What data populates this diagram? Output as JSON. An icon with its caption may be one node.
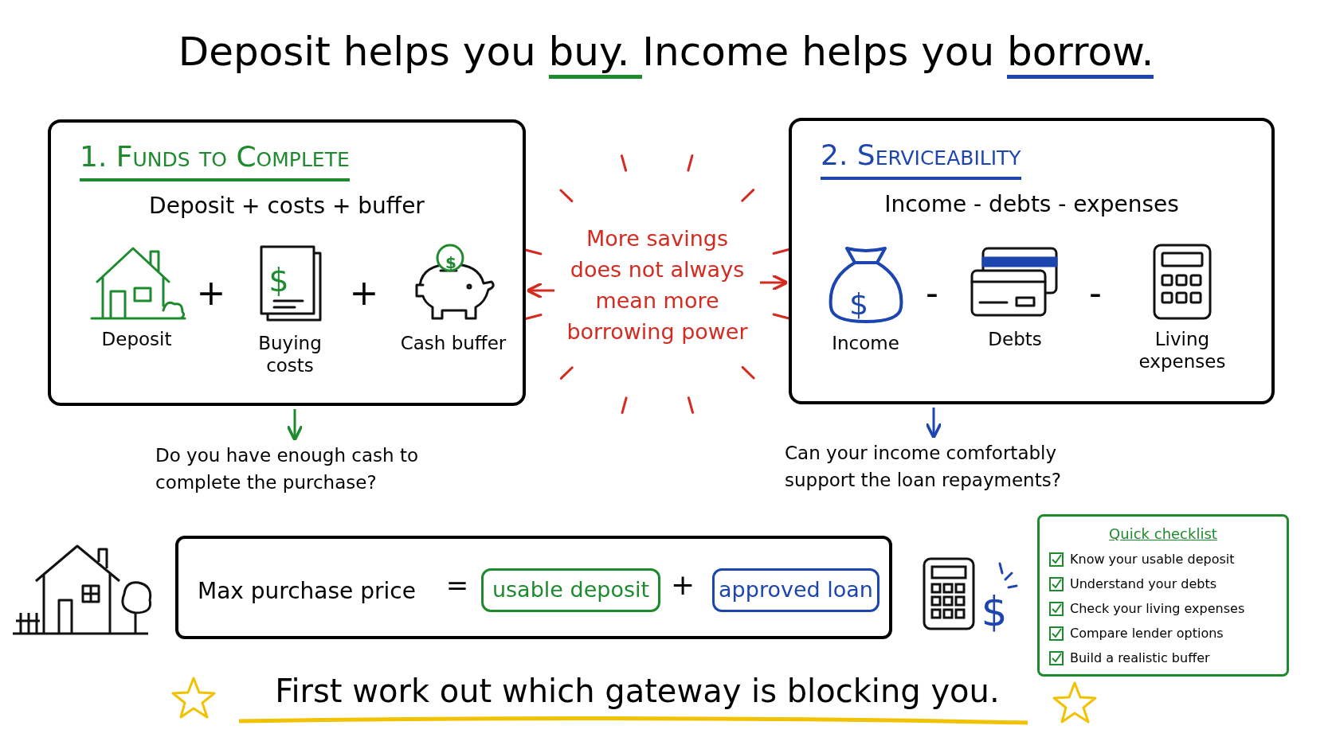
{
  "diagram": {
    "title": "Deposit helps you buy. Income helps you borrow.",
    "nodes": [
      {
        "text": [
          "1. Funds to Complete",
          "Deposit + costs + buffer"
        ]
      },
      {
        "text": [
          "Deposit"
        ],
        "in": 0
      },
      {
        "text": [
          "Buying costs"
        ],
        "in": 0
      },
      {
        "text": [
          "Cash buffer"
        ],
        "in": 0
      },
      {
        "text": [
          "2. Serviceability",
          "Income - debts - expenses"
        ]
      },
      {
        "text": [
          "Income"
        ],
        "in": 4
      },
      {
        "text": [
          "Debts"
        ],
        "in": 4
      },
      {
        "text": [
          "Living expenses"
        ],
        "in": 4
      },
      {
        "text": [
          "More savings does not always mean more borrowing power"
        ]
      },
      {
        "text": [
          "Do you have enough cash to complete the purchase?"
        ]
      },
      {
        "text": [
          "Can your income comfortably support the loan repayments?"
        ]
      },
      {
        "text": [
          "Max purchase price"
        ]
      },
      {
        "text": [
          "usable deposit"
        ],
        "in": 11
      },
      {
        "text": [
          "approved loan"
        ],
        "in": 11
      },
      {
        "text": [
          "Quick checklist",
          "Know your usable deposit",
          "Understand your debts",
          "Check your living expenses",
          "Compare lender options",
          "Build a realistic buffer"
        ]
      }
    ],
    "edges": [
      {
        "from": 8,
        "to": 0,
        "arrow": "to",
        "color": "#d42a20"
      },
      {
        "from": 8,
        "to": 4,
        "arrow": "to",
        "color": "#d42a20"
      },
      {
        "from": 0,
        "to": 9,
        "arrow": "to",
        "color": "#1e8a2e"
      },
      {
        "from": 4,
        "to": 10,
        "arrow": "to",
        "color": "#1d45b0"
      }
    ],
    "labels": [
      "+",
      "+",
      "-",
      "-",
      "=",
      "+",
      "$",
      "$",
      "$",
      "$",
      "First work out which gateway is blocking you."
    ]
  }
}
